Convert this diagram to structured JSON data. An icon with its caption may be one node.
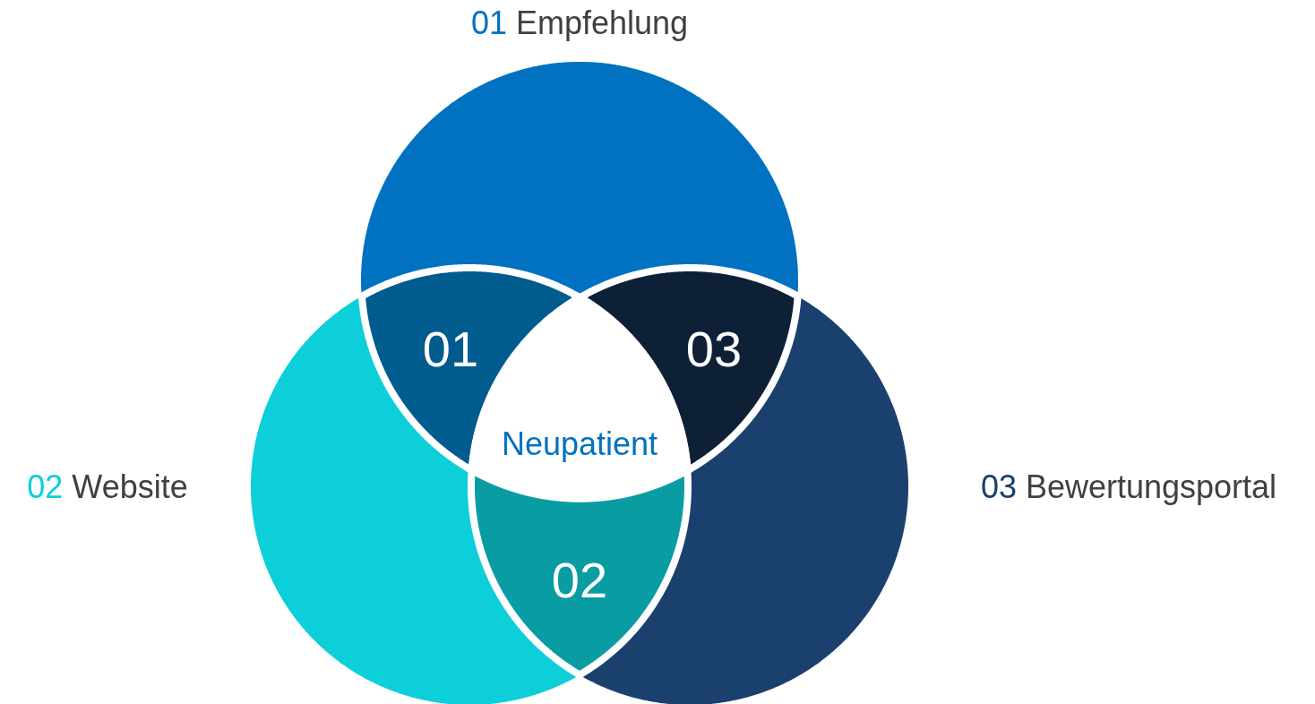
{
  "diagram": {
    "nodes": [
      {
        "text": [
          "01 Empfehlung"
        ]
      },
      {
        "text": [
          "02 Website"
        ]
      },
      {
        "text": [
          "03 Bewertungsportal"
        ]
      },
      {
        "text": [
          "01"
        ]
      },
      {
        "text": [
          "03"
        ]
      },
      {
        "text": [
          "02"
        ]
      },
      {
        "text": [
          "Neupatient"
        ]
      }
    ]
  }
}
